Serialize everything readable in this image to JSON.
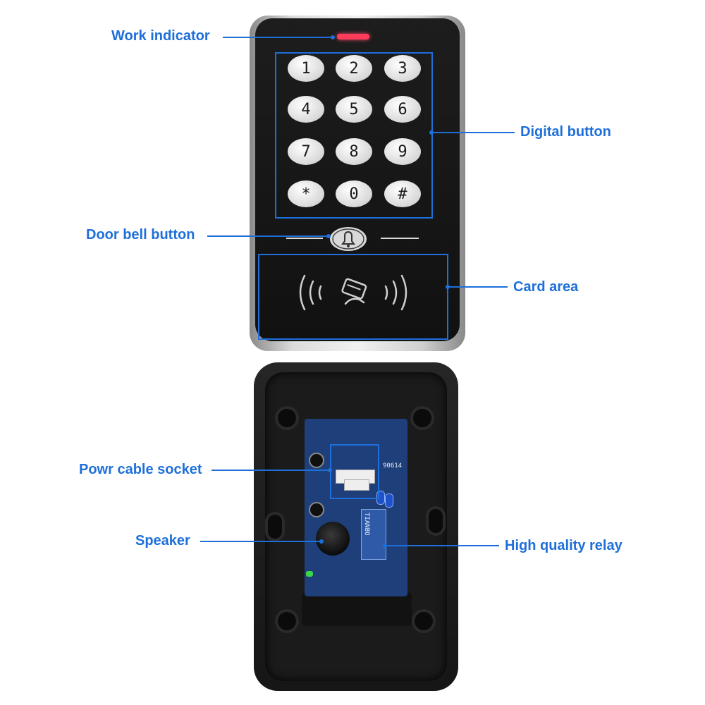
{
  "labels": {
    "work_indicator": "Work indicator",
    "digital_button": "Digital button",
    "door_bell_button": "Door bell button",
    "card_area": "Card area",
    "power_cable_socket": "Powr cable socket",
    "speaker": "Speaker",
    "high_quality_relay": "High quality relay"
  },
  "keypad": {
    "keys": [
      "1",
      "2",
      "3",
      "4",
      "5",
      "6",
      "7",
      "8",
      "9",
      "*",
      "0",
      "#"
    ]
  },
  "pcb": {
    "label": "90614",
    "relay_brand": "TIANBO"
  },
  "colors": {
    "callout": "#1e6fd9",
    "indicator": "#ff3c5a",
    "case": "#161616",
    "pcb": "#1e3f7a"
  }
}
